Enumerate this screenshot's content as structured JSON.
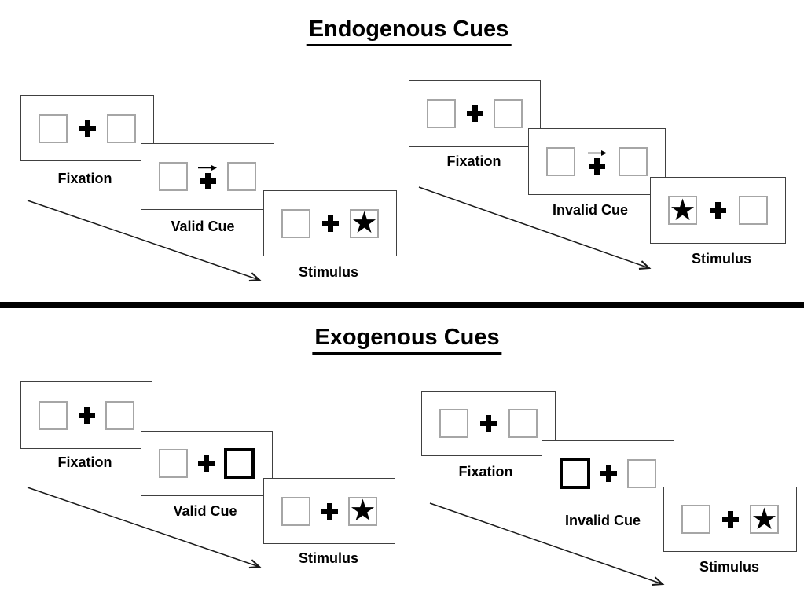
{
  "diagram": {
    "description": "Posner spatial cueing task schematic comparing endogenous and exogenous cues, each with valid and invalid trial sequences",
    "symbols": {
      "star": "★",
      "fixation_cross": "plus-cross",
      "central_cue": "arrow-right"
    },
    "colors": {
      "panel_border": "#404040",
      "square_border": "#a6a6a6",
      "ink": "#000000",
      "background": "#ffffff"
    }
  },
  "sections": [
    {
      "title": "Endogenous Cues",
      "groups": [
        {
          "name": "valid",
          "cue_type": "central arrow above fixation cross pointing right",
          "steps": [
            {
              "label": "Fixation"
            },
            {
              "label": "Valid Cue",
              "cue_direction": "right"
            },
            {
              "label": "Stimulus",
              "star_side": "right"
            }
          ]
        },
        {
          "name": "invalid",
          "cue_type": "central arrow above fixation cross pointing right",
          "steps": [
            {
              "label": "Fixation"
            },
            {
              "label": "Invalid Cue",
              "cue_direction": "right"
            },
            {
              "label": "Stimulus",
              "star_side": "left"
            }
          ]
        }
      ]
    },
    {
      "title": "Exogenous Cues",
      "groups": [
        {
          "name": "valid",
          "cue_type": "peripheral box brightening (bold outline)",
          "steps": [
            {
              "label": "Fixation"
            },
            {
              "label": "Valid Cue",
              "cued_box": "right"
            },
            {
              "label": "Stimulus",
              "star_side": "right"
            }
          ]
        },
        {
          "name": "invalid",
          "cue_type": "peripheral box brightening (bold outline)",
          "steps": [
            {
              "label": "Fixation"
            },
            {
              "label": "Invalid Cue",
              "cued_box": "left"
            },
            {
              "label": "Stimulus",
              "star_side": "right"
            }
          ]
        }
      ]
    }
  ]
}
